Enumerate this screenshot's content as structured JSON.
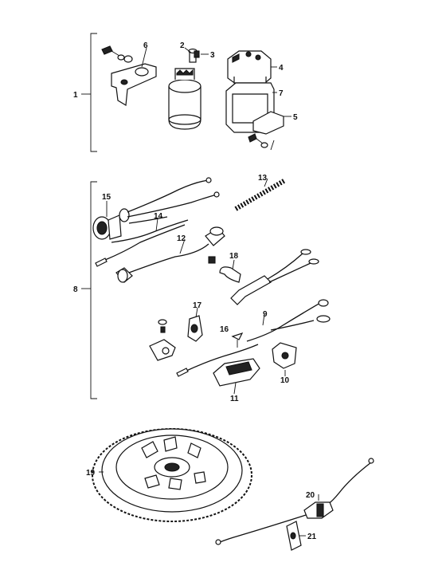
{
  "diagram": {
    "groups": [
      {
        "label": "1"
      },
      {
        "label": "8"
      }
    ],
    "parts": [
      {
        "label": "2"
      },
      {
        "label": "3"
      },
      {
        "label": "4"
      },
      {
        "label": "5"
      },
      {
        "label": "6"
      },
      {
        "label": "7"
      },
      {
        "label": "9"
      },
      {
        "label": "10"
      },
      {
        "label": "11"
      },
      {
        "label": "12"
      },
      {
        "label": "13"
      },
      {
        "label": "14"
      },
      {
        "label": "15"
      },
      {
        "label": "16"
      },
      {
        "label": "17"
      },
      {
        "label": "18"
      },
      {
        "label": "19"
      },
      {
        "label": "20"
      },
      {
        "label": "21"
      }
    ]
  }
}
